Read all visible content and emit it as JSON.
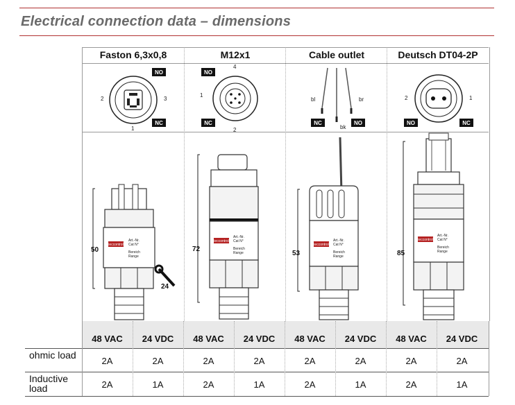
{
  "title": "Electrical connection data – dimensions",
  "columns": [
    {
      "name": "Faston 6,3x0,8",
      "pins": {
        "no": "NO",
        "nc": "NC",
        "p1": "1",
        "p2": "2",
        "p3": "3"
      },
      "height": "50",
      "wrench": "24"
    },
    {
      "name": "M12x1",
      "pins": {
        "no": "NO",
        "nc": "NC",
        "p1": "1",
        "p2": "2",
        "p4": "4"
      },
      "height": "72"
    },
    {
      "name": "Cable outlet",
      "pins": {
        "bl": "bl",
        "br": "br",
        "bk": "bk",
        "nc": "NC",
        "no": "NO"
      },
      "height": "53"
    },
    {
      "name": "Deutsch DT04-2P",
      "pins": {
        "p1": "1",
        "p2": "2",
        "no": "NO",
        "nc": "NC"
      },
      "height": "85"
    }
  ],
  "label_texts": {
    "art": "Art.-Nr.",
    "cat": "Cat N°",
    "bereich": "Bereich",
    "range": "Range",
    "brand": "ieccontrol"
  },
  "voltage_headers": [
    "48 VAC",
    "24 VDC",
    "48 VAC",
    "24 VDC",
    "48 VAC",
    "24 VDC",
    "48 VAC",
    "24 VDC"
  ],
  "rows": [
    {
      "label": "ohmic load",
      "values": [
        "2A",
        "2A",
        "2A",
        "2A",
        "2A",
        "2A",
        "2A",
        "2A"
      ]
    },
    {
      "label": "Inductive load",
      "values": [
        "2A",
        "1A",
        "2A",
        "1A",
        "2A",
        "1A",
        "2A",
        "1A"
      ]
    }
  ]
}
